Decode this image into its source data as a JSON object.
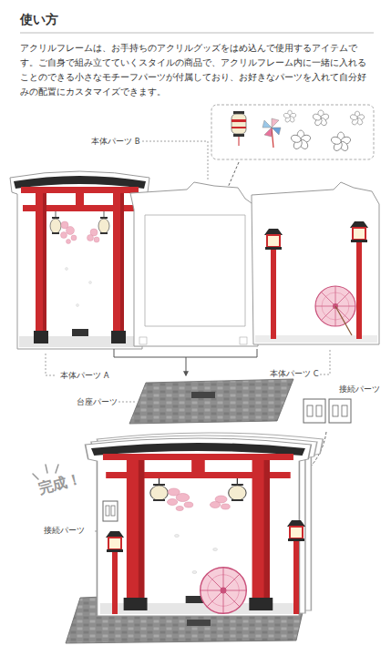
{
  "diagram": {
    "title": "使い方",
    "labels": [
      "アクリルフレームは、お手持ちのアクリルグッズをはめ込んで使用するアイテムです。ご自身で組み立てていくスタイルの商品で、アクリルフレーム内に一緒に入れることのできる小さなモチーフパーツが付属しており、お好きなパーツを入れて自分好みの配置にカスタマイズできます。",
      "本体パーツ B",
      "本体パーツ A",
      "本体パーツ C",
      "接続パーツ",
      "台座パーツ",
      "完成！",
      "接続パーツ"
    ]
  }
}
